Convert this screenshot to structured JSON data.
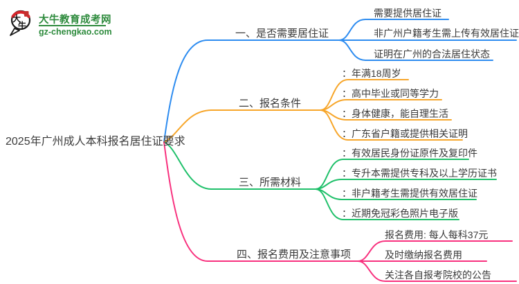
{
  "logo": {
    "icon_text": "大牛",
    "title": "大牛教育成考网",
    "url": "gz-chengkao.com",
    "brand_color": "#2e8b3d",
    "icon_red": "#d7262c"
  },
  "root": {
    "label": "2025年广州成人本科报名居住证要求"
  },
  "branches": [
    {
      "label": "一、是否需要居住证",
      "color": "#2d8cf0",
      "children": [
        "需要提供居住证",
        "非广州户籍考生需上传有效居住证",
        "证明在广州的合法居住状态"
      ]
    },
    {
      "label": "二、报名条件",
      "color": "#f7a62a",
      "children": [
        "：年满18周岁",
        "：高中毕业或同等学力",
        "：身体健康，能自理生活",
        "：广东省户籍或提供相关证明"
      ]
    },
    {
      "label": "三、所需材料",
      "color": "#1fc06a",
      "children": [
        "：有效居民身份证原件及复印件",
        "：专升本需提供专科及以上学历证书",
        "：非户籍考生需提供有效居住证",
        "：近期免冠彩色照片电子版"
      ]
    },
    {
      "label": "四、报名费用及注意事项",
      "color": "#f8317e",
      "children": [
        "报名费用: 每人每科37元",
        "及时缴纳报名费用",
        "关注各自报考院校的公告"
      ]
    }
  ]
}
